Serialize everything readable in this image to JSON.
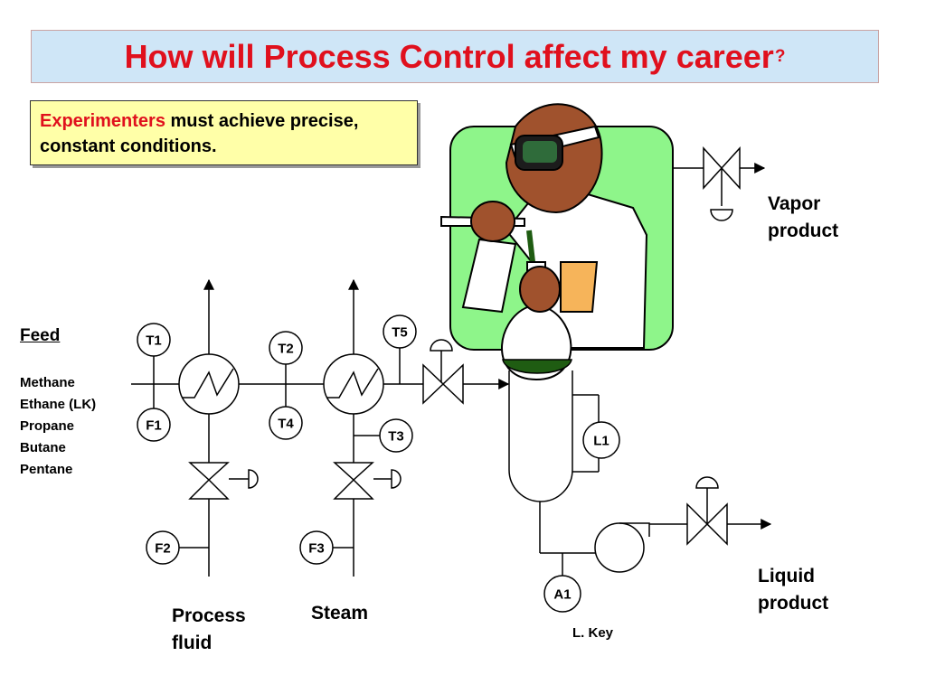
{
  "header": {
    "title": "How will Process Control affect my career",
    "title_suffix": "?"
  },
  "note": {
    "highlight": "Experimenters",
    "text": " must achieve precise, constant conditions."
  },
  "feed": {
    "heading": "Feed",
    "components": [
      "Methane",
      "Ethane (LK)",
      "Propane",
      "Butane",
      "Pentane"
    ]
  },
  "streams": {
    "process_fluid": [
      "Process",
      "fluid"
    ],
    "steam": "Steam",
    "vapor_product": [
      "Vapor",
      "product"
    ],
    "liquid_product": [
      "Liquid",
      "product"
    ],
    "light_key": "L. Key"
  },
  "instruments": {
    "T1": "T1",
    "F1": "F1",
    "T2": "T2",
    "T4": "T4",
    "T5": "T5",
    "T3": "T3",
    "F2": "F2",
    "F3": "F3",
    "L1": "L1",
    "A1": "A1"
  },
  "colors": {
    "title_red": "#e0101d",
    "title_bg": "#cfe6f7",
    "note_bg": "#ffffa8",
    "lab_bg": "#8ef58a",
    "skin": "#a0522d",
    "liquid_green": "#1f5c12"
  }
}
